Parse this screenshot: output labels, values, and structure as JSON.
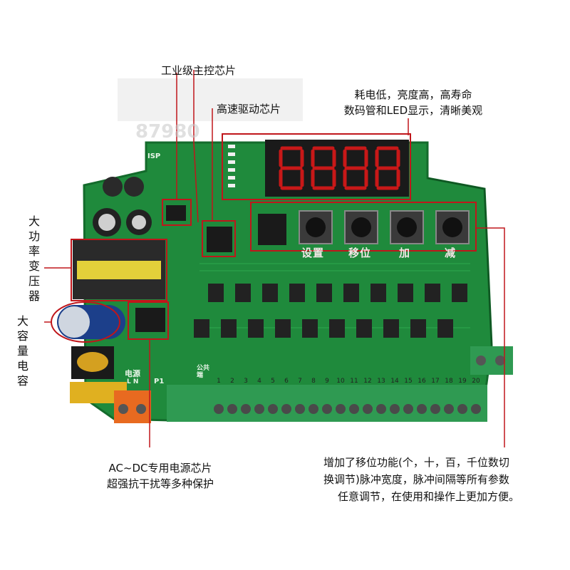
{
  "labels": {
    "industrial_chip": "工业级主控芯片",
    "driver_chip": "高速驱动芯片",
    "display_feature_1": "耗电低，亮度高，高寿命",
    "display_feature_2": "数码管和LED显示，清晰美观",
    "transformer": [
      "大",
      "功",
      "率",
      "变",
      "压",
      "器"
    ],
    "capacitor": [
      "大",
      "容",
      "量",
      "电",
      "容"
    ],
    "power_chip_1": "AC~DC专用电源芯片",
    "power_chip_2": "超强抗干扰等多种保护",
    "shift_feature_1": "增加了移位功能(个，十，百，千位数切",
    "shift_feature_2": "换调节)脉冲宽度，脉冲间隔等所有参数",
    "shift_feature_3": "任意调节，在使用和操作上更加方便。"
  },
  "board": {
    "watermark": "87980",
    "isp": "ISP",
    "buttons": [
      "设置",
      "移位",
      "加",
      "减"
    ],
    "power_label": "电源",
    "power_pins": "L  N",
    "p1": "P1",
    "common": "公共端",
    "terminals": [
      "1",
      "2",
      "3",
      "4",
      "5",
      "6",
      "7",
      "8",
      "9",
      "10",
      "11",
      "12",
      "13",
      "14",
      "15",
      "16",
      "17",
      "18",
      "19",
      "20"
    ]
  },
  "colors": {
    "pcb": "#1f8a3c",
    "pcb_dark": "#146b2c",
    "callout": "#c0161b",
    "terminal": "#2f9a52",
    "segment": "#d01010"
  }
}
